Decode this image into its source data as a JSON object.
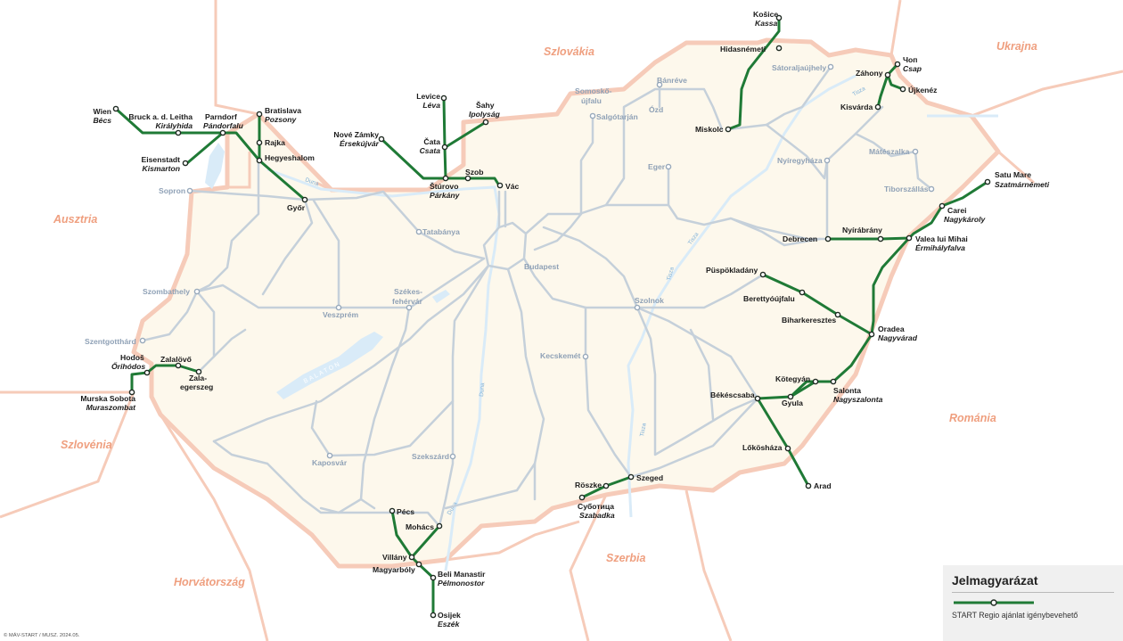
{
  "countries": {
    "slovakia": "Szlovákia",
    "ukraine": "Ukrajna",
    "austria": "Ausztria",
    "slovenia": "Szlovénia",
    "croatia": "Horvátország",
    "serbia": "Szerbia",
    "romania": "Románia"
  },
  "stations": {
    "wien": "Wien",
    "wien_alt": "Bécs",
    "bruck": "Bruck a. d. Leitha",
    "bruck_alt": "Királyhida",
    "parndorf": "Parndorf",
    "parndorf_alt": "Pándorfalu",
    "eisenstadt": "Eisenstadt",
    "eisenstadt_alt": "Kismarton",
    "bratislava": "Bratislava",
    "bratislava_alt": "Pozsony",
    "rajka": "Rajka",
    "hegyeshalom": "Hegyeshalom",
    "gyor": "Győr",
    "sopron": "Sopron",
    "nove_zamky": "Nové Zámky",
    "nove_zamky_alt": "Érsekújvár",
    "levice": "Levice",
    "levice_alt": "Léva",
    "sahy": "Šahy",
    "sahy_alt": "Ipolyság",
    "cata": "Čata",
    "cata_alt": "Csata",
    "sturovo": "Štúrovo",
    "sturovo_alt": "Párkány",
    "szob": "Szob",
    "vac": "Vác",
    "tatabanya": "Tatabánya",
    "budapest": "Budapest",
    "somoskoujfalu_1": "Somoskő-",
    "somoskoujfalu_2": "újfalu",
    "salgotarjan": "Salgótarján",
    "banreve": "Bánréve",
    "ozd": "Ózd",
    "eger": "Eger",
    "kosice": "Košice",
    "kosice_alt": "Kassa",
    "hidasnemeti": "Hidasnémeti",
    "miskolc": "Miskolc",
    "satoraljaujhely": "Sátoraljaújhely",
    "chop": "Чоп",
    "chop_alt": "Csap",
    "zahony": "Záhony",
    "ujkenez": "Újkenéz",
    "kisvarda": "Kisvárda",
    "nyiregyhaza": "Nyíregyháza",
    "mateszalka": "Mátészalka",
    "tiborszallas": "Tiborszállás",
    "satu_mare": "Satu Mare",
    "satu_mare_alt": "Szatmárnémeti",
    "carei": "Carei",
    "carei_alt": "Nagykároly",
    "debrecen": "Debrecen",
    "nyirabrany": "Nyírábrány",
    "valea": "Valea lui Mihai",
    "valea_alt": "Érmihályfalva",
    "puspokladany": "Püspökladány",
    "berettyoujfalu": "Berettyóújfalu",
    "biharkeresztes": "Biharkeresztes",
    "oradea": "Oradea",
    "oradea_alt": "Nagyvárad",
    "szolnok": "Szolnok",
    "kecskemet": "Kecskemét",
    "szombathely": "Szombathely",
    "veszprem": "Veszprém",
    "szekesfehervar_1": "Székes-",
    "szekesfehervar_2": "fehérvár",
    "szentgotthard": "Szentgotthárd",
    "hodos": "Hodoš",
    "hodos_alt": "Őrihódos",
    "zalalovo": "Zalalövő",
    "zalaegerszeg_1": "Zala-",
    "zalaegerszeg_2": "egerszeg",
    "murska": "Murska Sobota",
    "murska_alt": "Muraszombat",
    "kaposvar": "Kaposvár",
    "szekszard": "Szekszárd",
    "kotegyan": "Kötegyán",
    "gyula": "Gyula",
    "salonta": "Salonta",
    "salonta_alt": "Nagyszalonta",
    "bekescsaba": "Békéscsaba",
    "lokoshaza": "Lőkösháza",
    "arad": "Arad",
    "roszke": "Röszke",
    "szeged": "Szeged",
    "subotica": "Суботица",
    "subotica_alt": "Szabadka",
    "pecs": "Pécs",
    "mohacs": "Mohács",
    "villany": "Villány",
    "magyarboly": "Magyarbóly",
    "beli_manastir": "Beli Manastir",
    "beli_manastir_alt": "Pélmonostor",
    "osijek": "Osijek",
    "osijek_alt": "Eszék"
  },
  "water": {
    "balaton": "BALATON",
    "duna": "Duna",
    "tisza": "Tisza"
  },
  "legend": {
    "title": "Jelmagyarázat",
    "item": "START Regio ajánlat igénybevehető"
  },
  "copyright": "© MÁV-START / MUSZ. 2024.05.",
  "colors": {
    "start_regio_line": "#1f7a36",
    "rail_network": "#c5d0da",
    "border": "#f6cbb9",
    "country_label": "#ef9f7f",
    "hungary_fill": "#fdf8ec",
    "water": "#d9ebf8"
  }
}
